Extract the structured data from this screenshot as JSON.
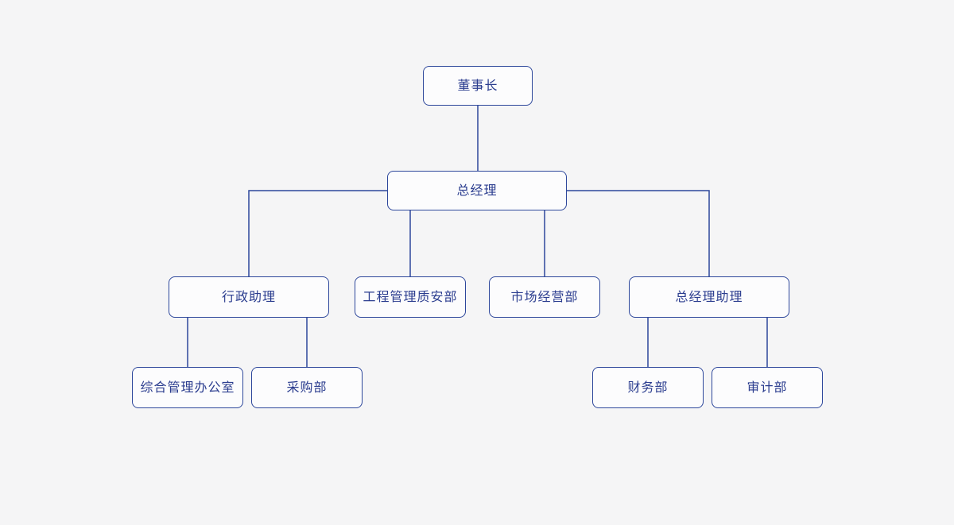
{
  "theme": {
    "page_background": "#f5f5f6",
    "node_fill": "#fcfcfd",
    "node_border_color": "#2d479b",
    "node_text_color": "#2b3d8f",
    "connector_color": "#2d479b"
  },
  "org_chart": {
    "type": "organization-chart",
    "nodes": [
      {
        "id": "chairman",
        "label": "董事长",
        "parent": null
      },
      {
        "id": "general-manager",
        "label": "总经理",
        "parent": "chairman"
      },
      {
        "id": "admin-assistant",
        "label": "行政助理",
        "parent": "general-manager"
      },
      {
        "id": "eng-quality-safety",
        "label": "工程管理质安部",
        "parent": "general-manager"
      },
      {
        "id": "market-operations",
        "label": "市场经营部",
        "parent": "general-manager"
      },
      {
        "id": "gm-assistant",
        "label": "总经理助理",
        "parent": "general-manager"
      },
      {
        "id": "general-admin-office",
        "label": "综合管理办公室",
        "parent": "admin-assistant"
      },
      {
        "id": "purchasing",
        "label": "采购部",
        "parent": "admin-assistant"
      },
      {
        "id": "finance",
        "label": "财务部",
        "parent": "gm-assistant"
      },
      {
        "id": "audit",
        "label": "审计部",
        "parent": "gm-assistant"
      }
    ]
  }
}
